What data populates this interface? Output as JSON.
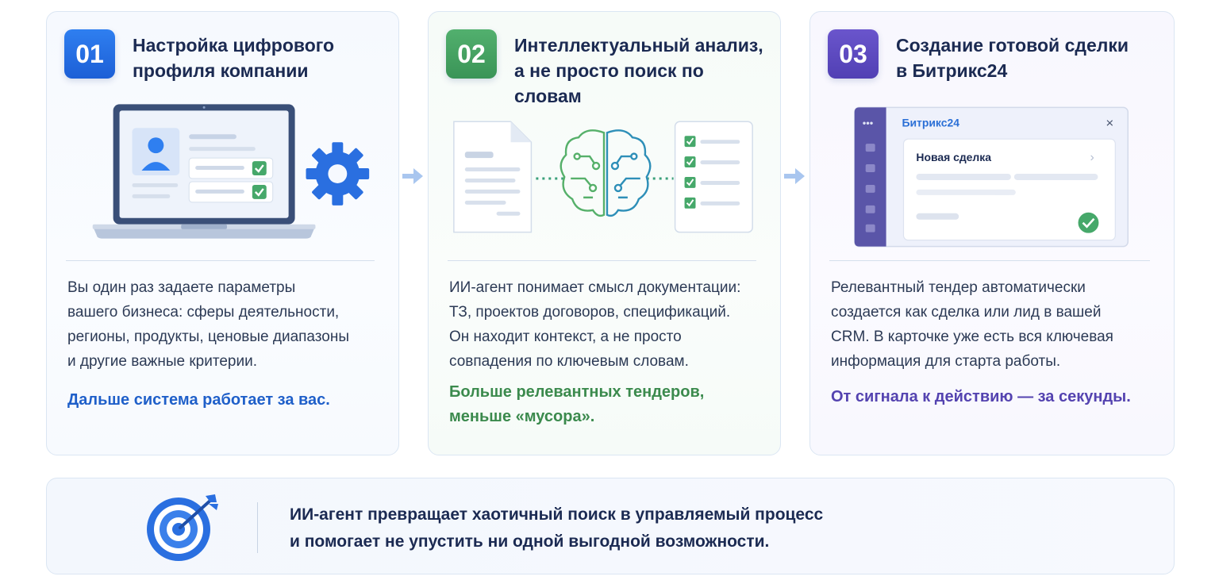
{
  "steps": [
    {
      "number": "01",
      "title_line1": "Настройка цифрового",
      "title_line2": "профиля компании",
      "body": [
        "Вы один раз задаете параметры",
        "вашего бизнеса: сферы деятельности,",
        "регионы, продукты, ценовые диапазоны",
        "и другие важные критерии."
      ],
      "accent": [
        "Дальше система работает за вас."
      ]
    },
    {
      "number": "02",
      "title_line1": "Интеллектуальный анализ,",
      "title_line2": "а не просто поиск по словам",
      "body": [
        "ИИ-агент понимает смысл документации:",
        "ТЗ, проектов договоров, спецификаций.",
        "Он находит контекст, а не просто",
        "совпадения по ключевым словам."
      ],
      "accent": [
        "Больше релевантных тендеров,",
        "меньше «мусора»."
      ]
    },
    {
      "number": "03",
      "title_line1": "Создание готовой сделки",
      "title_line2": "в Битрикс24",
      "body": [
        "Релевантный тендер автоматически",
        "создается как сделка или лид в вашей",
        "CRM. В карточке уже есть вся ключевая",
        "информация для старта работы."
      ],
      "accent": [
        "От сигнала к действию — за секунды."
      ]
    }
  ],
  "crm_window": {
    "app_name": "Битрикс24",
    "close_glyph": "×",
    "menu_glyph": "•••",
    "card_title": "Новая сделка",
    "chevron_glyph": "›"
  },
  "footer": {
    "line1": "ИИ-агент превращает хаотичный поиск в управляемый процесс",
    "line2": "и помогает не упустить ни одной выгодной возможности."
  },
  "icons": {
    "step1": [
      "laptop-icon",
      "user-avatar-icon",
      "gear-icon",
      "check-icon"
    ],
    "step2": [
      "document-icon",
      "brain-icon",
      "checklist-icon"
    ],
    "step3": [
      "crm-window-icon",
      "check-circle-icon"
    ],
    "footer": "target-icon",
    "arrows": "arrow-right-icon"
  },
  "colors": {
    "blue": "#1f5fc9",
    "green": "#3b8a4d",
    "purple": "#5443b0",
    "navy": "#1b2a52"
  }
}
